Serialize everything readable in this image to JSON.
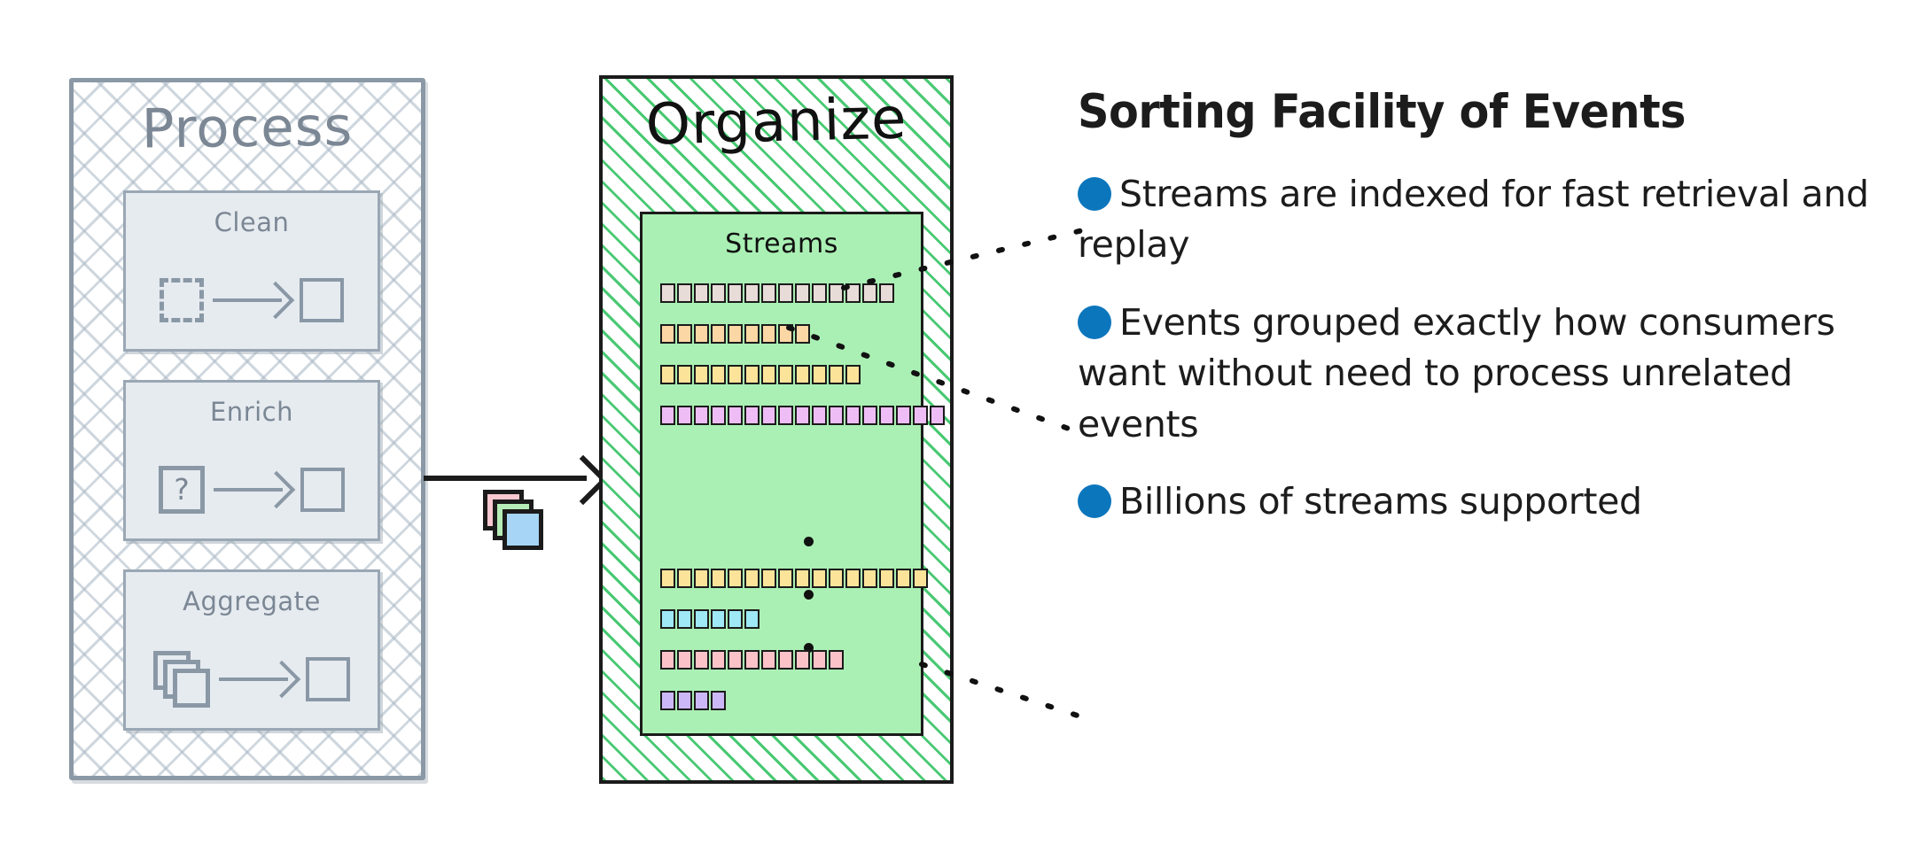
{
  "diagram": {
    "left_panel": {
      "title": "Process",
      "stages": [
        {
          "label": "Clean",
          "input_icon": "dashed-square-icon",
          "arrow_icon": "arrow-right-icon",
          "output_icon": "square-icon"
        },
        {
          "label": "Enrich",
          "input_icon": "question-square-icon",
          "arrow_icon": "arrow-right-icon",
          "output_icon": "square-icon"
        },
        {
          "label": "Aggregate",
          "input_icon": "stacked-squares-icon",
          "arrow_icon": "arrow-right-icon",
          "output_icon": "square-icon"
        }
      ]
    },
    "flow": {
      "arrow_icon": "arrow-right-icon",
      "payload_icon": "stacked-cards-icon",
      "payload_colors": [
        "#f9c8d0",
        "#b5ecb7",
        "#a6d5f5"
      ]
    },
    "right_panel": {
      "title": "Organize",
      "inner_label": "Streams",
      "ellipsis_icon": "vertical-ellipsis-icon",
      "streams_top": [
        {
          "name": "stream-row-1",
          "segments": 14,
          "color": "#e8dcd8"
        },
        {
          "name": "stream-row-2",
          "segments": 9,
          "color": "#fbd7a5"
        },
        {
          "name": "stream-row-3",
          "segments": 12,
          "color": "#fbe49a"
        },
        {
          "name": "stream-row-4",
          "segments": 17,
          "color": "#eebdf5"
        }
      ],
      "streams_bottom": [
        {
          "name": "stream-row-5",
          "segments": 16,
          "color": "#fbe49a"
        },
        {
          "name": "stream-row-6",
          "segments": 6,
          "color": "#9fe8f5"
        },
        {
          "name": "stream-row-7",
          "segments": 11,
          "color": "#fbc3c8"
        },
        {
          "name": "stream-row-8",
          "segments": 4,
          "color": "#cdb8f7"
        }
      ]
    }
  },
  "info": {
    "title": "Sorting Facility of Events",
    "bullet_color": "#0c76bd",
    "items": [
      {
        "id": "bullet-indexed",
        "text": "Streams are indexed for fast retrieval and replay"
      },
      {
        "id": "bullet-grouped",
        "text": "Events grouped exactly how consumers want without need to process unrelated events"
      },
      {
        "id": "bullet-billions",
        "text": "Billions of streams supported"
      }
    ]
  }
}
